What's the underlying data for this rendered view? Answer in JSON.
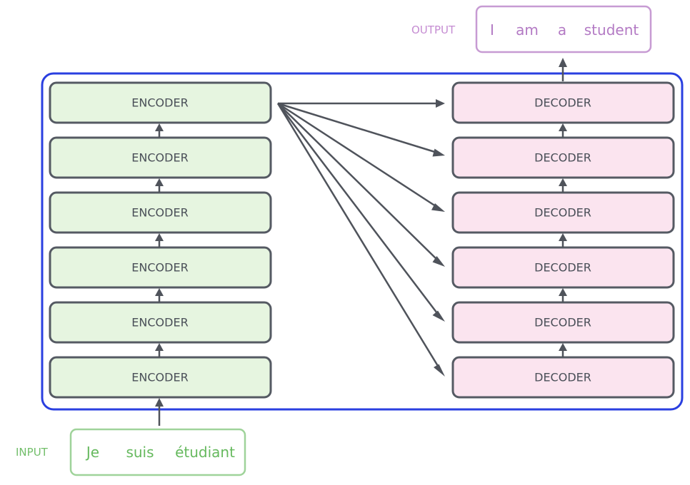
{
  "output": {
    "caption": "OUTPUT",
    "tokens": [
      "I",
      "am",
      "a",
      "student"
    ]
  },
  "input": {
    "caption": "INPUT",
    "tokens": [
      "Je",
      "suis",
      "étudiant"
    ]
  },
  "encoders": [
    "ENCODER",
    "ENCODER",
    "ENCODER",
    "ENCODER",
    "ENCODER",
    "ENCODER"
  ],
  "decoders": [
    "DECODER",
    "DECODER",
    "DECODER",
    "DECODER",
    "DECODER",
    "DECODER"
  ],
  "colors": {
    "frame": "#2a3fe0",
    "encoder_fill": "#e6f5e0",
    "decoder_fill": "#fbe4ef",
    "block_border": "#555a63",
    "arrow": "#4f535b",
    "output_accent": "#c79bd3",
    "input_accent": "#9fd39a"
  }
}
